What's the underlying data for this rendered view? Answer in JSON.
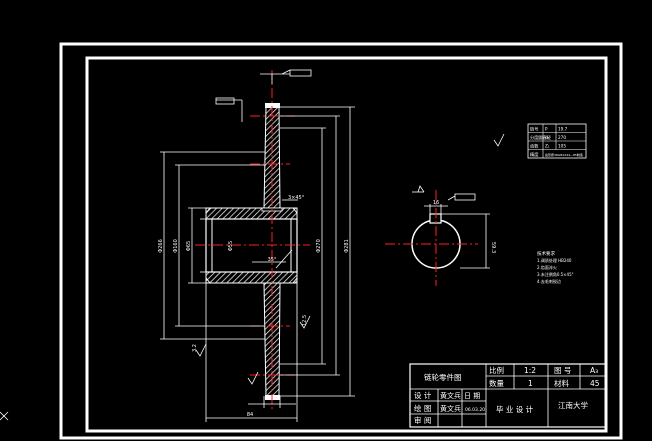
{
  "title_block": {
    "drawing_name": "链轮零件图",
    "scale_label": "比例",
    "scale_value": "1:2",
    "drawing_no_label": "图 号",
    "drawing_no_value": "A₃",
    "quantity_label": "数量",
    "quantity_value": "1",
    "material_label": "材料",
    "material_value": "45",
    "design_label": "设 计",
    "design_name": "黄文兵",
    "date_label": "日 期",
    "drafting_label": "绘 图",
    "drafting_name": "黄文兵",
    "drafting_date": "06.03.20",
    "review_label": "审 阅",
    "project": "毕 业 设 计",
    "school": "江南大学"
  },
  "param_table": {
    "rows": [
      [
        "链号",
        "P",
        "19.7"
      ],
      [
        "分度圆直径",
        "d₁",
        "270"
      ],
      [
        "齿数",
        "Z₁",
        "105"
      ],
      [
        "精度",
        "",
        "齿形按3RGB1244—85制造"
      ]
    ]
  },
  "tech_requirements": {
    "title": "技术要求",
    "items": [
      "1.调质处理 HB240",
      "2.齿面淬火",
      "3.未注倒角0.5×45°",
      "4.去毛刺锐边"
    ]
  },
  "dimensions": {
    "width_bottom": "84",
    "angle": "35°",
    "left_outer": "Φ266",
    "left_mid": "Φ160",
    "left_inner": "Φ65",
    "hub_inner": "Φ55",
    "right_mid": "Φ270",
    "right_outer": "Φ281",
    "chamfer": "3×45°",
    "roughness_left": "3.2",
    "roughness_right": "12.5",
    "keyway": "16",
    "key_height": "59.3"
  },
  "colors": {
    "line": "#ffffff",
    "center": "#ff2020",
    "hatch": "#ffffff"
  }
}
